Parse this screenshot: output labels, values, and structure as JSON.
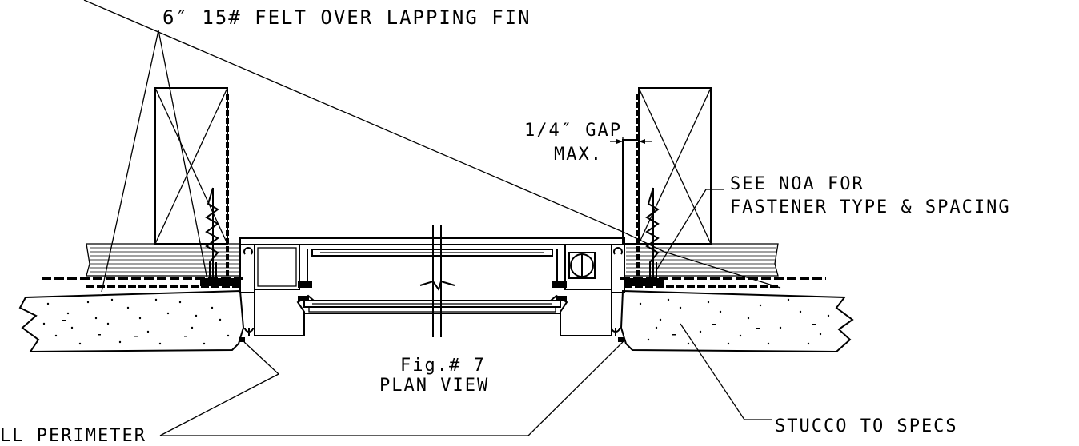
{
  "labels": {
    "felt": "6″ 15# FELT OVER LAPPING FIN",
    "gap_line1": "1/4″ GAP",
    "gap_line2": "MAX.",
    "noa_line1": "SEE NOA FOR",
    "noa_line2": "FASTENER TYPE & SPACING",
    "fig_line1": "Fig.# 7",
    "fig_line2": "PLAN VIEW",
    "perimeter": "LL PERIMETER",
    "stucco": "STUCCO TO SPECS"
  },
  "colors": {
    "ink": "#000000",
    "paper": "#ffffff"
  }
}
